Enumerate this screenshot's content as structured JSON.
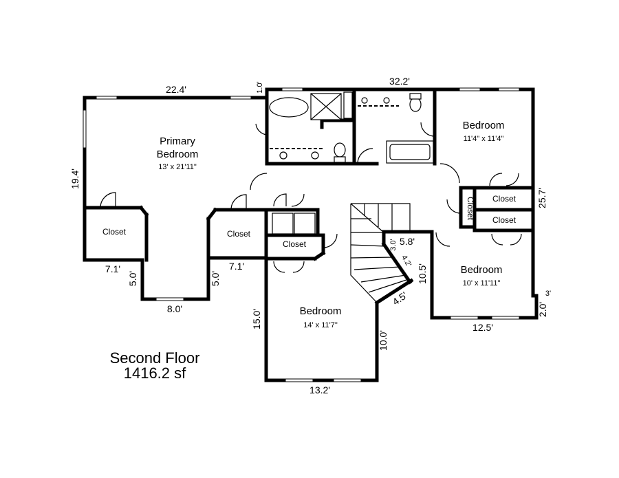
{
  "floor": {
    "title": "Second Floor",
    "area": "1416.2 sf"
  },
  "rooms": {
    "primary": {
      "name_line1": "Primary",
      "name_line2": "Bedroom",
      "size": "13' x 21'11\""
    },
    "bedroom_ne": {
      "name": "Bedroom",
      "size": "11'4\" x 11'4\""
    },
    "bedroom_e": {
      "name": "Bedroom",
      "size": "10' x 11'11\""
    },
    "bedroom_s": {
      "name": "Bedroom",
      "size": "14' x 11'7\""
    }
  },
  "closets": {
    "primary_left": "Closet",
    "primary_right": "Closet",
    "hall": "Closet",
    "vertical": "Closet",
    "ne_upper": "Closet",
    "ne_lower": "Closet"
  },
  "dimensions": {
    "top_primary": "22.4'",
    "top_right": "32.2'",
    "top_step": "1.0'",
    "left": "19.4'",
    "right": "25.7'",
    "primary_left_base": "7.1'",
    "primary_left_drop": "5.0'",
    "primary_bottom": "8.0'",
    "primary_right_drop": "5.0'",
    "primary_right_base": "7.1'",
    "bedroom_s_left": "15.0'",
    "bedroom_s_bottom": "13.2'",
    "bedroom_s_right": "10.0'",
    "stair_3": "3.0'",
    "stair_58": "5.8'",
    "stair_42": "4.2'",
    "stair_45": "4.5'",
    "bedroom_e_left": "10.5'",
    "bedroom_e_bottom": "12.5'",
    "bedroom_e_jog": "2.0'",
    "bedroom_e_jog_small": "3'"
  }
}
